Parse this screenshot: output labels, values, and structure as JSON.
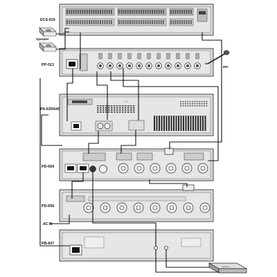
{
  "devices": [
    {
      "id": "ecs",
      "label": "ECS-616"
    },
    {
      "id": "pp",
      "label": "PP-013"
    },
    {
      "id": "pa",
      "label": "PA-630/640"
    },
    {
      "id": "pd659",
      "label": "PD-659"
    },
    {
      "id": "pd656",
      "label": "PD-656"
    },
    {
      "id": "pb",
      "label": "PB-607"
    }
  ],
  "external": {
    "speaker": "Speaker",
    "mic": "Mic",
    "ac_in": "AC IN",
    "battery": "BATTERY"
  },
  "brand": "tavts"
}
